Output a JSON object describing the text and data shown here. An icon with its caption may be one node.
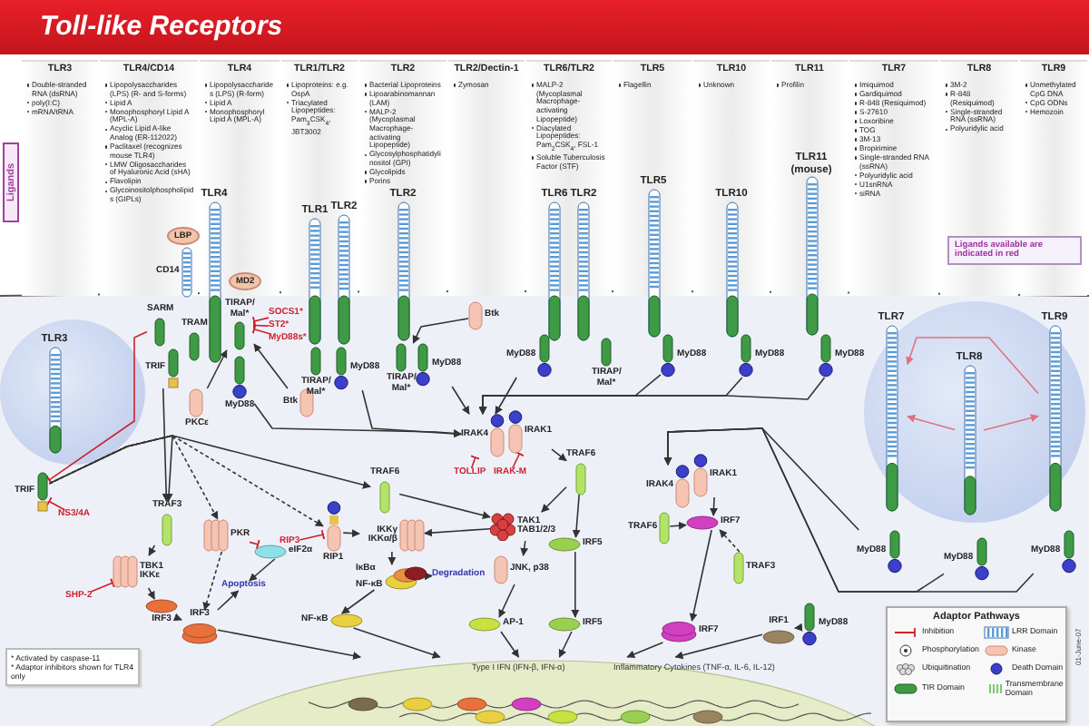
{
  "diagram": {
    "title": "Toll-like Receptors",
    "nodes": [
      {
        "text": [
          "TLR4"
        ]
      },
      {
        "text": [
          "LBP"
        ]
      },
      {
        "text": [
          "CD14"
        ]
      },
      {
        "text": [
          "MD2"
        ]
      },
      {
        "text": [
          "TLR1"
        ]
      },
      {
        "text": [
          "TLR2"
        ]
      },
      {
        "text": [
          "TLR2"
        ]
      },
      {
        "text": [
          "TLR6"
        ]
      },
      {
        "text": [
          "TLR2"
        ]
      },
      {
        "text": [
          "TLR5"
        ]
      },
      {
        "text": [
          "TLR10"
        ]
      },
      {
        "text": [
          "TLR11 (mouse)"
        ]
      },
      {
        "text": [],
        "shape": "circle"
      },
      {
        "text": [
          "TLR3"
        ],
        "in": 12
      },
      {
        "text": [],
        "shape": "circle"
      },
      {
        "text": [
          "TLR7"
        ],
        "in": 14
      },
      {
        "text": [
          "TLR8"
        ],
        "in": 14
      },
      {
        "text": [
          "TLR9"
        ],
        "in": 14
      },
      {
        "text": [
          "SARM"
        ]
      },
      {
        "text": [
          "TRAM"
        ]
      },
      {
        "text": [
          "TRIF"
        ]
      },
      {
        "text": [
          "TIRAP/ Mal*"
        ]
      },
      {
        "text": [
          "MyD88"
        ]
      },
      {
        "text": [
          "PKCε"
        ]
      },
      {
        "text": [
          "SOCS1*"
        ]
      },
      {
        "text": [
          "ST2*"
        ]
      },
      {
        "text": [
          "MyD88s*"
        ]
      },
      {
        "text": [
          "Btk"
        ]
      },
      {
        "text": [
          "TIRAP/ Mal*"
        ]
      },
      {
        "text": [
          "MyD88"
        ]
      },
      {
        "text": [
          "TIRAP/ Mal*"
        ]
      },
      {
        "text": [
          "MyD88"
        ]
      },
      {
        "text": [
          "Btk"
        ]
      },
      {
        "text": [
          "MyD88"
        ]
      },
      {
        "text": [
          "TIRAP/ Mal*"
        ]
      },
      {
        "text": [
          "MyD88"
        ]
      },
      {
        "text": [
          "MyD88"
        ]
      },
      {
        "text": [
          "MyD88"
        ]
      },
      {
        "text": [
          "TRIF"
        ]
      },
      {
        "text": [
          "NS3/4A"
        ]
      },
      {
        "text": [
          "TRAF3"
        ]
      },
      {
        "text": [
          "TBK1 IKKε"
        ]
      },
      {
        "text": [
          "SHP-2"
        ]
      },
      {
        "text": [
          "IRF3"
        ]
      },
      {
        "text": [
          "IRF3"
        ]
      },
      {
        "text": [
          "PKR"
        ]
      },
      {
        "text": [
          "eIF2α"
        ]
      },
      {
        "text": [
          "Apoptosis"
        ]
      },
      {
        "text": [
          "RIP1"
        ]
      },
      {
        "text": [
          "RIP3"
        ]
      },
      {
        "text": [
          "IKKγ IKKα/β"
        ]
      },
      {
        "text": [
          "IκBα",
          "NF-κB"
        ]
      },
      {
        "text": [
          "Degradation"
        ]
      },
      {
        "text": [
          "NF-κB"
        ]
      },
      {
        "text": [
          "TRAF6"
        ]
      },
      {
        "text": [
          "TAK1 TAB1/2/3"
        ]
      },
      {
        "text": [
          "JNK, p38"
        ]
      },
      {
        "text": [
          "AP-1"
        ]
      },
      {
        "text": [
          "IRAK4"
        ]
      },
      {
        "text": [
          "IRAK1"
        ]
      },
      {
        "text": [
          "TOLLIP"
        ]
      },
      {
        "text": [
          "IRAK-M"
        ]
      },
      {
        "text": [
          "TRAF6"
        ]
      },
      {
        "text": [
          "IRF5"
        ]
      },
      {
        "text": [
          "IRF5"
        ]
      },
      {
        "text": [
          "IRAK4"
        ]
      },
      {
        "text": [
          "IRAK1"
        ]
      },
      {
        "text": [
          "TRAF6"
        ]
      },
      {
        "text": [
          "IRF7"
        ]
      },
      {
        "text": [
          "TRAF3"
        ]
      },
      {
        "text": [
          "IRF7"
        ]
      },
      {
        "text": [
          "MyD88"
        ]
      },
      {
        "text": [
          "MyD88"
        ]
      },
      {
        "text": [
          "MyD88"
        ]
      },
      {
        "text": [
          "IRF1"
        ]
      },
      {
        "text": [
          "MyD88"
        ]
      },
      {
        "text": [
          "Type I IFN (IFN-β, IFN-α)",
          "Inflammatory Cytokines (TNF-α, IL-6, IL-12)"
        ]
      }
    ],
    "edges": [
      {
        "from": 22,
        "to": 58,
        "arrow": "to"
      },
      {
        "from": 29,
        "to": 58,
        "arrow": "to"
      },
      {
        "from": 31,
        "to": 58,
        "arrow": "to"
      },
      {
        "from": 33,
        "to": 58,
        "arrow": "to"
      },
      {
        "from": 35,
        "to": 58,
        "arrow": "to"
      },
      {
        "from": 36,
        "to": 58,
        "arrow": "to"
      },
      {
        "from": 37,
        "to": 58,
        "arrow": "to"
      },
      {
        "from": 71,
        "to": 65,
        "arrow": "to"
      },
      {
        "from": 72,
        "to": 65,
        "arrow": "to"
      },
      {
        "from": 73,
        "to": 65,
        "arrow": "to"
      },
      {
        "from": 24,
        "to": 21,
        "arrow": "other",
        "color": "#d0202a"
      },
      {
        "from": 25,
        "to": 21,
        "arrow": "other",
        "color": "#d0202a"
      },
      {
        "from": 26,
        "to": 21,
        "arrow": "other",
        "color": "#d0202a"
      },
      {
        "from": 23,
        "to": 21,
        "arrow": "to"
      },
      {
        "from": 27,
        "to": 21,
        "arrow": "to"
      },
      {
        "from": 32,
        "to": 30,
        "arrow": "to"
      },
      {
        "from": 18,
        "to": 38,
        "arrow": "other",
        "color": "#d0202a"
      },
      {
        "from": 39,
        "to": 38,
        "arrow": "other",
        "color": "#d0202a"
      },
      {
        "from": 38,
        "to": 40,
        "arrow": "to"
      },
      {
        "from": 38,
        "to": 54,
        "arrow": "to"
      },
      {
        "from": 38,
        "to": 45,
        "arrow": "to",
        "style": "dashed"
      },
      {
        "from": 38,
        "to": 48,
        "arrow": "to",
        "style": "dashed"
      },
      {
        "from": 40,
        "to": 41,
        "arrow": "to"
      },
      {
        "from": 42,
        "to": 41,
        "arrow": "other",
        "color": "#d0202a"
      },
      {
        "from": 41,
        "to": 43,
        "arrow": "to"
      },
      {
        "from": 43,
        "to": 44,
        "arrow": "to"
      },
      {
        "from": 44,
        "to": 76,
        "arrow": "to"
      },
      {
        "from": 44,
        "to": 47,
        "arrow": "to"
      },
      {
        "from": 45,
        "to": 46,
        "arrow": "other",
        "color": "#d0202a"
      },
      {
        "from": 46,
        "to": 47,
        "arrow": "to"
      },
      {
        "from": 45,
        "to": 44,
        "arrow": "to",
        "style": "dashed"
      },
      {
        "from": 49,
        "to": 48,
        "arrow": "other",
        "color": "#d0202a"
      },
      {
        "from": 48,
        "to": 50,
        "arrow": "to"
      },
      {
        "from": 55,
        "to": 50,
        "arrow": "to"
      },
      {
        "from": 50,
        "to": 51,
        "arrow": "to"
      },
      {
        "from": 51,
        "to": 52,
        "arrow": "to"
      },
      {
        "from": 51,
        "to": 53,
        "arrow": "to"
      },
      {
        "from": 53,
        "to": 76,
        "arrow": "to"
      },
      {
        "from": 54,
        "to": 55,
        "arrow": "to"
      },
      {
        "from": 55,
        "to": 56,
        "arrow": "to"
      },
      {
        "from": 56,
        "to": 57,
        "arrow": "to"
      },
      {
        "from": 57,
        "to": 76,
        "arrow": "to"
      },
      {
        "from": 60,
        "to": 58,
        "arrow": "other",
        "color": "#d0202a"
      },
      {
        "from": 61,
        "to": 59,
        "arrow": "other",
        "color": "#d0202a"
      },
      {
        "from": 59,
        "to": 62,
        "arrow": "to"
      },
      {
        "from": 62,
        "to": 55,
        "arrow": "to"
      },
      {
        "from": 62,
        "to": 63,
        "arrow": "to"
      },
      {
        "from": 63,
        "to": 64,
        "arrow": "to"
      },
      {
        "from": 64,
        "to": 76,
        "arrow": "to"
      },
      {
        "from": 69,
        "to": 68,
        "arrow": "to",
        "style": "dashed"
      },
      {
        "from": 68,
        "to": 70,
        "arrow": "to"
      },
      {
        "from": 70,
        "to": 76,
        "arrow": "to"
      },
      {
        "from": 75,
        "to": 74,
        "arrow": "to"
      },
      {
        "from": 74,
        "to": 76,
        "arrow": "to"
      },
      {
        "from": 17,
        "to": 15,
        "arrow": "to",
        "color": "#e07080"
      },
      {
        "from": 16,
        "to": 15,
        "arrow": "to",
        "color": "#e07080"
      },
      {
        "from": 16,
        "to": 17,
        "arrow": "to",
        "color": "#e07080"
      },
      {
        "from": 20,
        "to": 40,
        "arrow": "to"
      },
      {
        "from": 66,
        "to": 68,
        "arrow": "to"
      },
      {
        "from": 67,
        "to": 68,
        "arrow": "to"
      }
    ],
    "labels": [
      "TLR3",
      "TLR4/CD14",
      "TLR4",
      "TLR1/TLR2",
      "TLR2",
      "TLR2/Dectin-1",
      "TLR6/TLR2",
      "TLR5",
      "TLR10",
      "TLR11",
      "TLR7",
      "TLR8",
      "TLR9",
      "Double-stranded RNA (dsRNA)",
      "poly(I:C)",
      "mRNA/tRNA",
      "Lipopolysaccharides (LPS) (R- and S-forms)",
      "Lipid A",
      "Monophosphoryl Lipid A (MPL-A)",
      "Acyclic Lipid A-like Analog (ER-112022)",
      "Paclitaxel (recognizes mouse TLR4)",
      "LMW Oligosaccharides of Hyaluronic Acid (sHA)",
      "Flavolipin",
      "Glycoinositolphospholipids (GIPLs)",
      "Lipopolysaccharides (LPS) (R-form)",
      "Lipid A",
      "Monophosphoryl Lipid A (MPL-A)",
      "Lipoproteins: e.g. OspA",
      "Triacylated Lipopeptides: Pam$_{3}$CSK$_{4}$, JBT3002",
      "Bacterial Lipoproteins",
      "Lipoarabinomannan (LAM)",
      "MALP-2 (Mycoplasmal Macrophage-activating Lipopeptide)",
      "Glycosylphosphatidylinositol (GPI)",
      "Glycolipids",
      "Porins",
      "Zymosan",
      "MALP-2 (Mycoplasmal Macrophage-activating Lipopeptide)",
      "Diacylated Lipopeptides: Pam$_{2}$CSK$_{4}$, FSL-1",
      "Soluble Tuberculosis Factor (STF)",
      "Flagellin",
      "Unknown",
      "Profilin",
      "Imiquimod",
      "Gardiquimod",
      "R-848 (Resiquimod)",
      "S-27610",
      "Loxoribine",
      "TOG",
      "3M-13",
      "Bropirimine",
      "Single-stranded RNA (ssRNA)",
      "Polyuridylic acid",
      "U1snRNA",
      "siRNA",
      "3M-2",
      "R-848 (Resiquimod)",
      "Single-stranded RNA (ssRNA)",
      "Polyuridylic acid",
      "Unmethylated CpG DNA",
      "CpG ODNs",
      "Hemozoin",
      "Ligands",
      "Adaptor Pathways",
      "* Activated by caspase-11",
      "* Adaptor inhibitors shown for TLR4 only",
      "Ligands available are indicated in red",
      "01-June-07"
    ],
    "legend": [
      {
        "text": "Inhibition"
      },
      {
        "text": "LRR Domain"
      },
      {
        "text": "Phosphorylation"
      },
      {
        "text": "Kinase"
      },
      {
        "text": "Ubiquitination"
      },
      {
        "text": "Death Domain"
      },
      {
        "text": "TIR Domain"
      },
      {
        "text": "Transmembrane Domain"
      }
    ]
  }
}
